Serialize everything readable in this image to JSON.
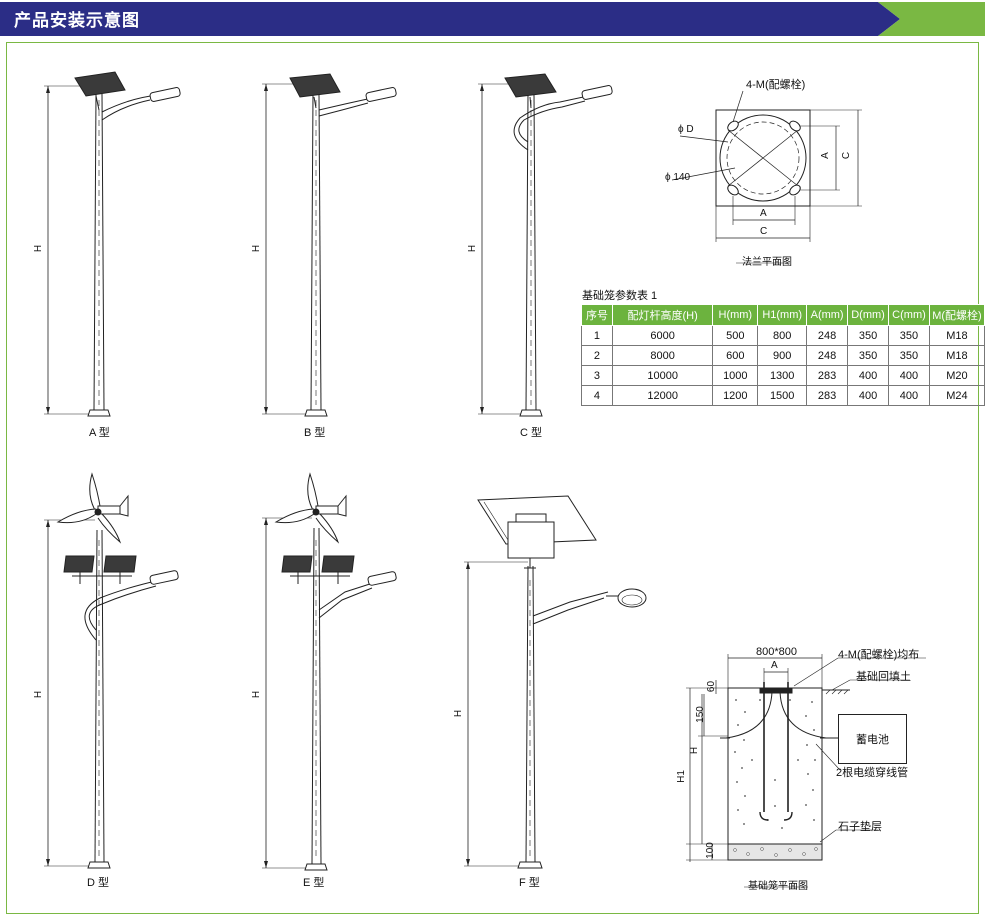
{
  "header": {
    "title": "产品安装示意图",
    "bar_color": "#2b2d86",
    "accent_color": "#7ab843"
  },
  "poles": {
    "h_label": "H",
    "labels": [
      "A 型",
      "B 型",
      "C 型",
      "D 型",
      "E 型",
      "F 型"
    ]
  },
  "flange_plan": {
    "bolt_label": "4-M(配螺栓)",
    "phi_d": "ϕ D",
    "phi_140": "ϕ 140",
    "a": "A",
    "c": "C",
    "caption": "法兰平面图"
  },
  "param_table": {
    "caption": "基础笼参数表 1",
    "headers": [
      "序号",
      "配灯杆高度(H)",
      "H(mm)",
      "H1(mm)",
      "A(mm)",
      "D(mm)",
      "C(mm)",
      "M(配螺栓)"
    ],
    "rows": [
      [
        "1",
        "6000",
        "500",
        "800",
        "248",
        "350",
        "350",
        "M18"
      ],
      [
        "2",
        "8000",
        "600",
        "900",
        "248",
        "350",
        "350",
        "M18"
      ],
      [
        "3",
        "10000",
        "1000",
        "1300",
        "283",
        "400",
        "400",
        "M20"
      ],
      [
        "4",
        "12000",
        "1200",
        "1500",
        "283",
        "400",
        "400",
        "M24"
      ]
    ]
  },
  "foundation": {
    "size": "800*800",
    "a": "A",
    "bolt_label": "4-M(配螺栓)均布",
    "backfill": "基础回填土",
    "battery": "蓄电池",
    "conduit": "2根电缆穿线管",
    "gravel": "石子垫层",
    "dim_60": "60",
    "dim_150": "150",
    "dim_h": "H",
    "dim_h1": "H1",
    "dim_100": "100",
    "caption": "基础笼平面图"
  }
}
